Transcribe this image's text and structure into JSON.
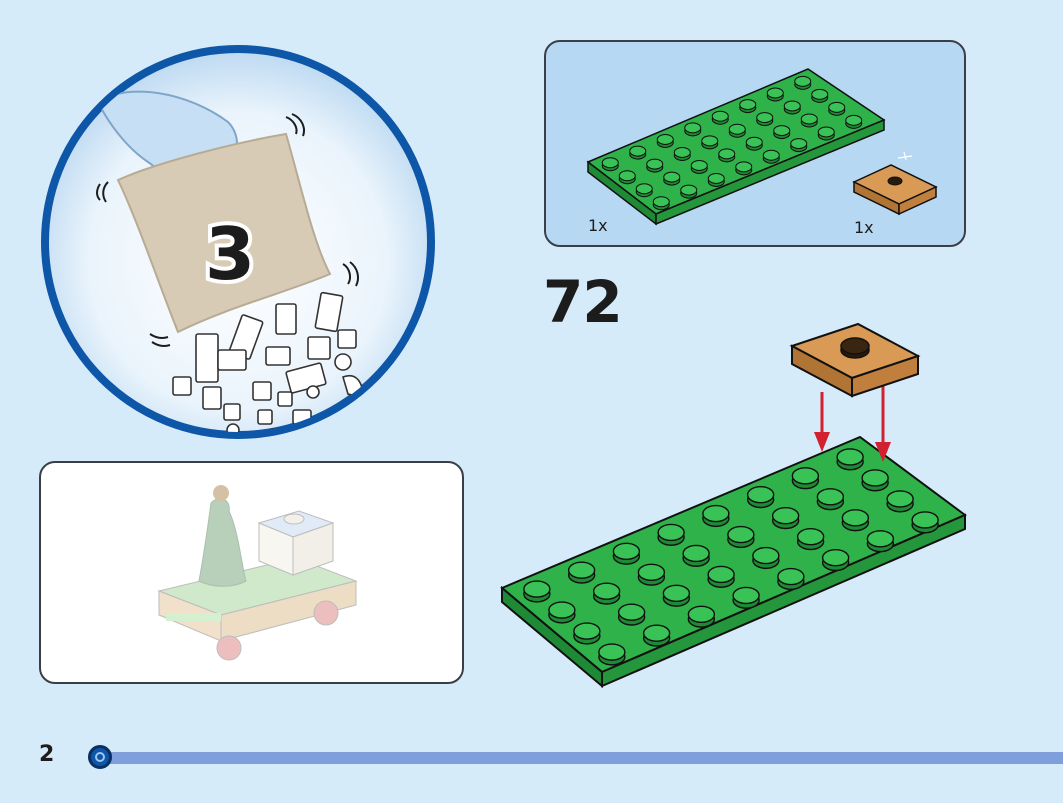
{
  "bag": {
    "number": "3"
  },
  "parts": [
    {
      "name": "green-plate-4x8",
      "qty": "1x"
    },
    {
      "name": "tan-jumper-plate-2x2",
      "qty": "1x"
    }
  ],
  "step": {
    "number": "72"
  },
  "page": {
    "number": "2"
  },
  "colors": {
    "background": "#d6ebf9",
    "green_plate": "#2fb24a",
    "tan_plate": "#c78b45",
    "arrow": "#d1202f",
    "circle_ring": "#0d56a8",
    "progress": "#7f9fdc"
  }
}
